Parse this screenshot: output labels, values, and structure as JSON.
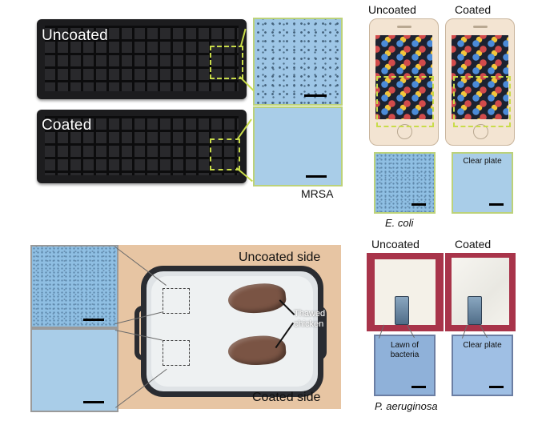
{
  "keyboard_panel": {
    "uncoated_label": "Uncoated",
    "coated_label": "Coated",
    "organism_label": "MRSA"
  },
  "phone_panel": {
    "uncoated_label": "Uncoated",
    "coated_label": "Coated",
    "clear_plate_label": "Clear plate",
    "organism_label": "E. coli"
  },
  "board_panel": {
    "uncoated_side_label": "Uncoated side",
    "coated_side_label": "Coated side",
    "chicken_label_line1": "Thawed",
    "chicken_label_line2": "chicken"
  },
  "paper_panel": {
    "uncoated_label": "Uncoated",
    "coated_label": "Coated",
    "lawn_label_line1": "Lawn of",
    "lawn_label_line2": "bacteria",
    "clear_plate_label": "Clear plate",
    "organism_label": "P. aeruginosa"
  },
  "colors": {
    "callout_green": "#c9dc4a",
    "plate_blue": "#a9cde8",
    "paper_frame_red": "#a8344a"
  }
}
